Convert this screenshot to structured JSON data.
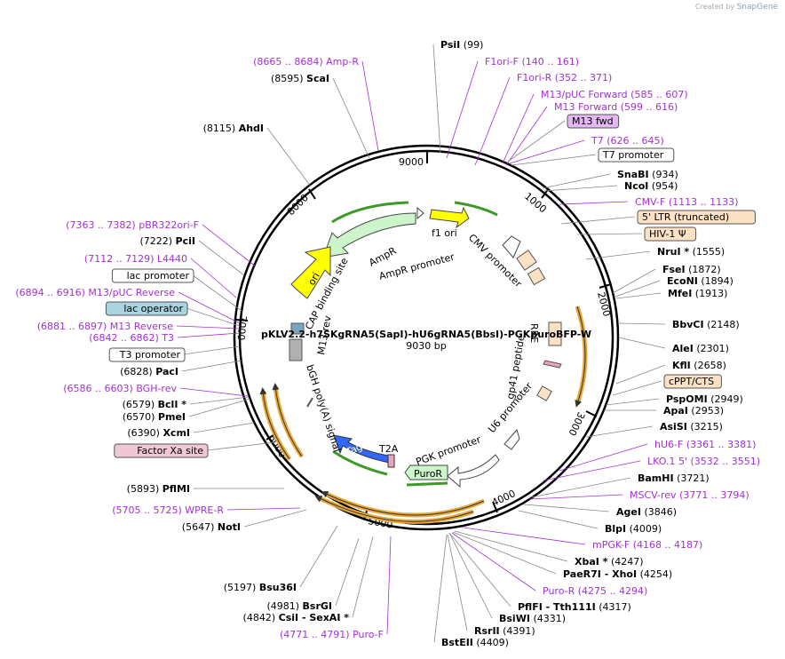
{
  "credit": {
    "prefix": "Created by",
    "brand": "SnapGene"
  },
  "plasmid": {
    "name": "pKLV2.2-h7SKgRNA5(SapI)-hU6gRNA5(BbsI)-PGKpuroBFP-W",
    "size_label": "9030 bp"
  },
  "ticks": [
    {
      "label": "1000"
    },
    {
      "label": "2000"
    },
    {
      "label": "3000"
    },
    {
      "label": "4000"
    },
    {
      "label": "5000"
    },
    {
      "label": "6000"
    },
    {
      "label": "7000"
    },
    {
      "label": "8000"
    },
    {
      "label": "9000"
    }
  ],
  "labels": [
    {
      "text": "PsiI",
      "num": "(99)",
      "kind": "enzyme"
    },
    {
      "text": "F1ori-F",
      "num": "(140 .. 161)",
      "kind": "primer"
    },
    {
      "text": "F1ori-R",
      "num": "(352 .. 371)",
      "kind": "primer"
    },
    {
      "text": "M13/pUC Forward",
      "num": "(585 .. 607)",
      "kind": "primer"
    },
    {
      "text": "M13 Forward",
      "num": "(599 .. 616)",
      "kind": "primer"
    },
    {
      "text": "M13 fwd",
      "num": "",
      "kind": "boxfeat"
    },
    {
      "text": "T7",
      "num": "(626 .. 645)",
      "kind": "primer"
    },
    {
      "text": "T7 promoter",
      "num": "",
      "kind": "boxwhite"
    },
    {
      "text": "SnaBI",
      "num": "(934)",
      "kind": "enzyme"
    },
    {
      "text": "NcoI",
      "num": "(954)",
      "kind": "enzyme"
    },
    {
      "text": "CMV-F",
      "num": "(1113 .. 1133)",
      "kind": "primer"
    },
    {
      "text": "5' LTR (truncated)",
      "num": "",
      "kind": "boxorange"
    },
    {
      "text": "HIV-1 Ψ",
      "num": "",
      "kind": "boxorange"
    },
    {
      "text": "NruI *",
      "num": "(1555)",
      "kind": "enzyme"
    },
    {
      "text": "FseI",
      "num": "(1872)",
      "kind": "enzyme"
    },
    {
      "text": "EcoNI",
      "num": "(1894)",
      "kind": "enzyme"
    },
    {
      "text": "MfeI",
      "num": "(1913)",
      "kind": "enzyme"
    },
    {
      "text": "BbvCI",
      "num": "(2148)",
      "kind": "enzyme"
    },
    {
      "text": "AleI",
      "num": "(2301)",
      "kind": "enzyme"
    },
    {
      "text": "KflI",
      "num": "(2658)",
      "kind": "enzyme"
    },
    {
      "text": "cPPT/CTS",
      "num": "",
      "kind": "boxorange"
    },
    {
      "text": "PspOMI",
      "num": "(2949)",
      "kind": "enzyme"
    },
    {
      "text": "ApaI",
      "num": "(2953)",
      "kind": "enzyme"
    },
    {
      "text": "AsiSI",
      "num": "(3215)",
      "kind": "enzyme"
    },
    {
      "text": "hU6-F",
      "num": "(3361 .. 3381)",
      "kind": "primer"
    },
    {
      "text": "LKO.1 5'",
      "num": "(3532 .. 3551)",
      "kind": "primer"
    },
    {
      "text": "BamHI",
      "num": "(3721)",
      "kind": "enzyme"
    },
    {
      "text": "MSCV-rev",
      "num": "(3771 .. 3794)",
      "kind": "primer"
    },
    {
      "text": "AgeI",
      "num": "(3846)",
      "kind": "enzyme"
    },
    {
      "text": "BlpI",
      "num": "(4009)",
      "kind": "enzyme"
    },
    {
      "text": "mPGK-F",
      "num": "(4168 .. 4187)",
      "kind": "primer"
    },
    {
      "text": "XbaI *",
      "num": "(4247)",
      "kind": "enzyme"
    },
    {
      "text": "PaeR7I - XhoI",
      "num": "(4254)",
      "kind": "enzyme"
    },
    {
      "text": "Puro-R",
      "num": "(4275 .. 4294)",
      "kind": "primer"
    },
    {
      "text": "PflFI - Tth111I",
      "num": "(4317)",
      "kind": "enzyme"
    },
    {
      "text": "BsiWI",
      "num": "(4331)",
      "kind": "enzyme"
    },
    {
      "text": "RsrII",
      "num": "(4391)",
      "kind": "enzyme"
    },
    {
      "text": "BstEII",
      "num": "(4409)",
      "kind": "enzyme"
    },
    {
      "text": "Puro-F",
      "num": "(4771 .. 4791)",
      "kind": "primer"
    },
    {
      "text": "CsiI - SexAI *",
      "num": "(4842)",
      "kind": "enzyme"
    },
    {
      "text": "BsrGI",
      "num": "(4981)",
      "kind": "enzyme"
    },
    {
      "text": "Bsu36I",
      "num": "(5197)",
      "kind": "enzyme"
    },
    {
      "text": "NotI",
      "num": "(5647)",
      "kind": "enzyme"
    },
    {
      "text": "WPRE-R",
      "num": "(5705 .. 5725)",
      "kind": "primer"
    },
    {
      "text": "PflMI",
      "num": "(5893)",
      "kind": "enzyme"
    },
    {
      "text": "Factor Xa site",
      "num": "",
      "kind": "boxpink"
    },
    {
      "text": "XcmI",
      "num": "(6390)",
      "kind": "enzyme"
    },
    {
      "text": "PmeI",
      "num": "(6570)",
      "kind": "enzyme"
    },
    {
      "text": "BclI *",
      "num": "(6579)",
      "kind": "enzyme"
    },
    {
      "text": "BGH-rev",
      "num": "(6586 .. 6603)",
      "kind": "primer"
    },
    {
      "text": "PacI",
      "num": "(6828)",
      "kind": "enzyme"
    },
    {
      "text": "T3 promoter",
      "num": "",
      "kind": "boxwhite"
    },
    {
      "text": "T3",
      "num": "(6842 .. 6862)",
      "kind": "primer"
    },
    {
      "text": "M13 Reverse",
      "num": "(6881 .. 6897)",
      "kind": "primer"
    },
    {
      "text": "lac operator",
      "num": "",
      "kind": "boxblue"
    },
    {
      "text": "M13/pUC Reverse",
      "num": "(6894 .. 6916)",
      "kind": "primer"
    },
    {
      "text": "lac promoter",
      "num": "",
      "kind": "boxwhite"
    },
    {
      "text": "L4440",
      "num": "(7112 .. 7129)",
      "kind": "primer"
    },
    {
      "text": "PciI",
      "num": "(7222)",
      "kind": "enzyme"
    },
    {
      "text": "pBR322ori-F",
      "num": "(7363 .. 7382)",
      "kind": "primer"
    },
    {
      "text": "AhdI",
      "num": "(8115)",
      "kind": "enzyme"
    },
    {
      "text": "ScaI",
      "num": "(8595)",
      "kind": "enzyme"
    },
    {
      "text": "Amp-R",
      "num": "(8665 .. 8684)",
      "kind": "primer"
    }
  ],
  "features": [
    {
      "text": "f1 ori"
    },
    {
      "text": "AmpR"
    },
    {
      "text": "AmpR promoter"
    },
    {
      "text": "CMV promoter"
    },
    {
      "text": "ori"
    },
    {
      "text": "CAP binding site"
    },
    {
      "text": "M13 rev"
    },
    {
      "text": "RRE"
    },
    {
      "text": "gp41 peptide"
    },
    {
      "text": "bGH poly(A) signal"
    },
    {
      "text": "U6 promoter"
    },
    {
      "text": "PGK promoter"
    },
    {
      "text": "T2A"
    },
    {
      "text": "TagBFP"
    },
    {
      "text": "PuroR"
    }
  ],
  "colors": {
    "enzyme": "#000000",
    "primer": "#a230d6",
    "ampr": "#ccf5cc",
    "ori": "#ffff00",
    "tagbfp": "#3366ff",
    "orange_box": "#fde1c4",
    "blue_box": "#a9d4e0",
    "pink_box": "#f0c8d3"
  }
}
